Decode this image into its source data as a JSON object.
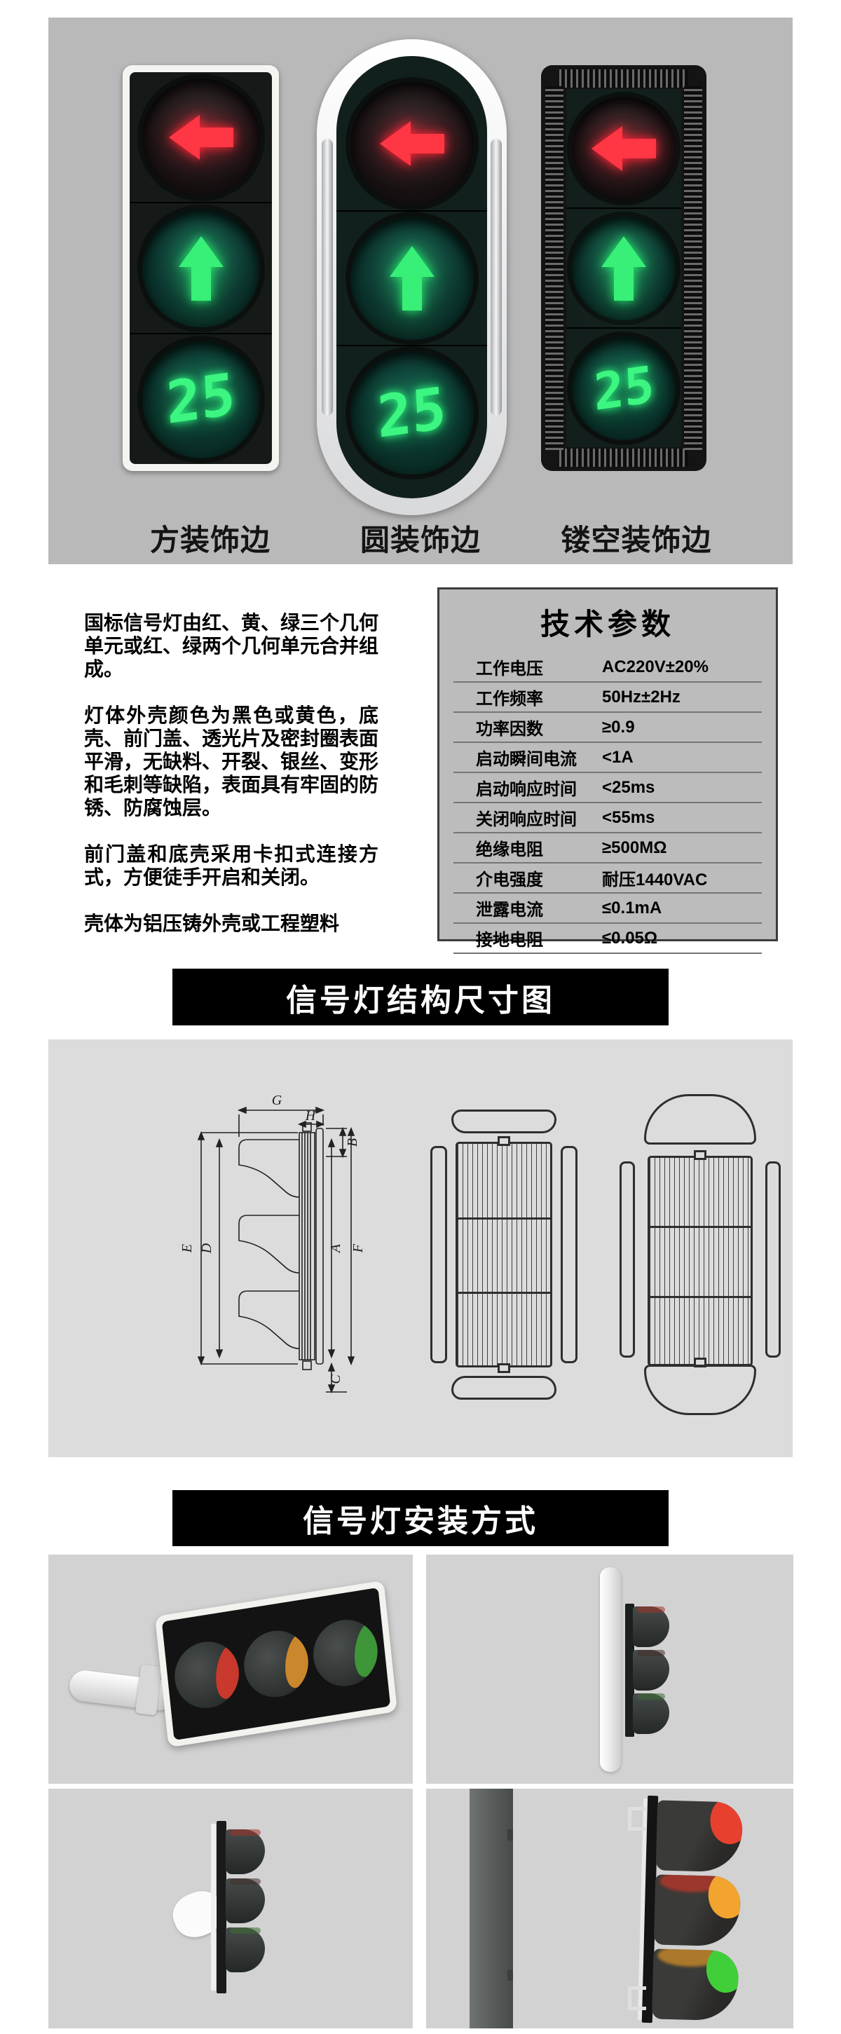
{
  "hero": {
    "products": [
      {
        "label": "方装饰边"
      },
      {
        "label": "圆装饰边"
      },
      {
        "label": "镂空装饰边"
      }
    ],
    "countdown": "25"
  },
  "description": {
    "paragraphs": [
      "国标信号灯由红、黄、绿三个几何单元或红、绿两个几何单元合并组成。",
      "灯体外壳颜色为黑色或黄色，底壳、前门盖、透光片及密封圈表面平滑，无缺料、开裂、银丝、变形和毛刺等缺陷，表面具有牢固的防锈、防腐蚀层。",
      "前门盖和底壳采用卡扣式连接方式，方便徒手开启和关闭。",
      "壳体为铝压铸外壳或工程塑料"
    ]
  },
  "specs": {
    "title": "技术参数",
    "rows": [
      {
        "label": "工作电压",
        "value": "AC220V±20%"
      },
      {
        "label": "工作频率",
        "value": "50Hz±2Hz"
      },
      {
        "label": "功率因数",
        "value": "≥0.9"
      },
      {
        "label": "启动瞬间电流",
        "value": "<1A"
      },
      {
        "label": "启动响应时间",
        "value": "<25ms"
      },
      {
        "label": "关闭响应时间",
        "value": "<55ms"
      },
      {
        "label": "绝缘电阻",
        "value": "≥500MΩ"
      },
      {
        "label": "介电强度",
        "value": "耐压1440VAC"
      },
      {
        "label": "泄露电流",
        "value": "≤0.1mA"
      },
      {
        "label": "接地电阻",
        "value": "≤0.05Ω"
      }
    ]
  },
  "sections": {
    "structure_title": "信号灯结构尺寸图",
    "install_title": "信号灯安装方式"
  },
  "diagram": {
    "dims": {
      "G": "G",
      "H": "H",
      "B": "B",
      "C": "C",
      "E": "E",
      "D": "D",
      "A": "A",
      "F": "F"
    }
  },
  "colors": {
    "hero_bg": "#b9b9b9",
    "diagram_bg": "#dcdcdc",
    "panel_bg": "#d2d2d2",
    "led_red": "#ff3644",
    "led_green": "#3df581",
    "banner_bg": "#000000",
    "banner_text": "#ffffff"
  }
}
